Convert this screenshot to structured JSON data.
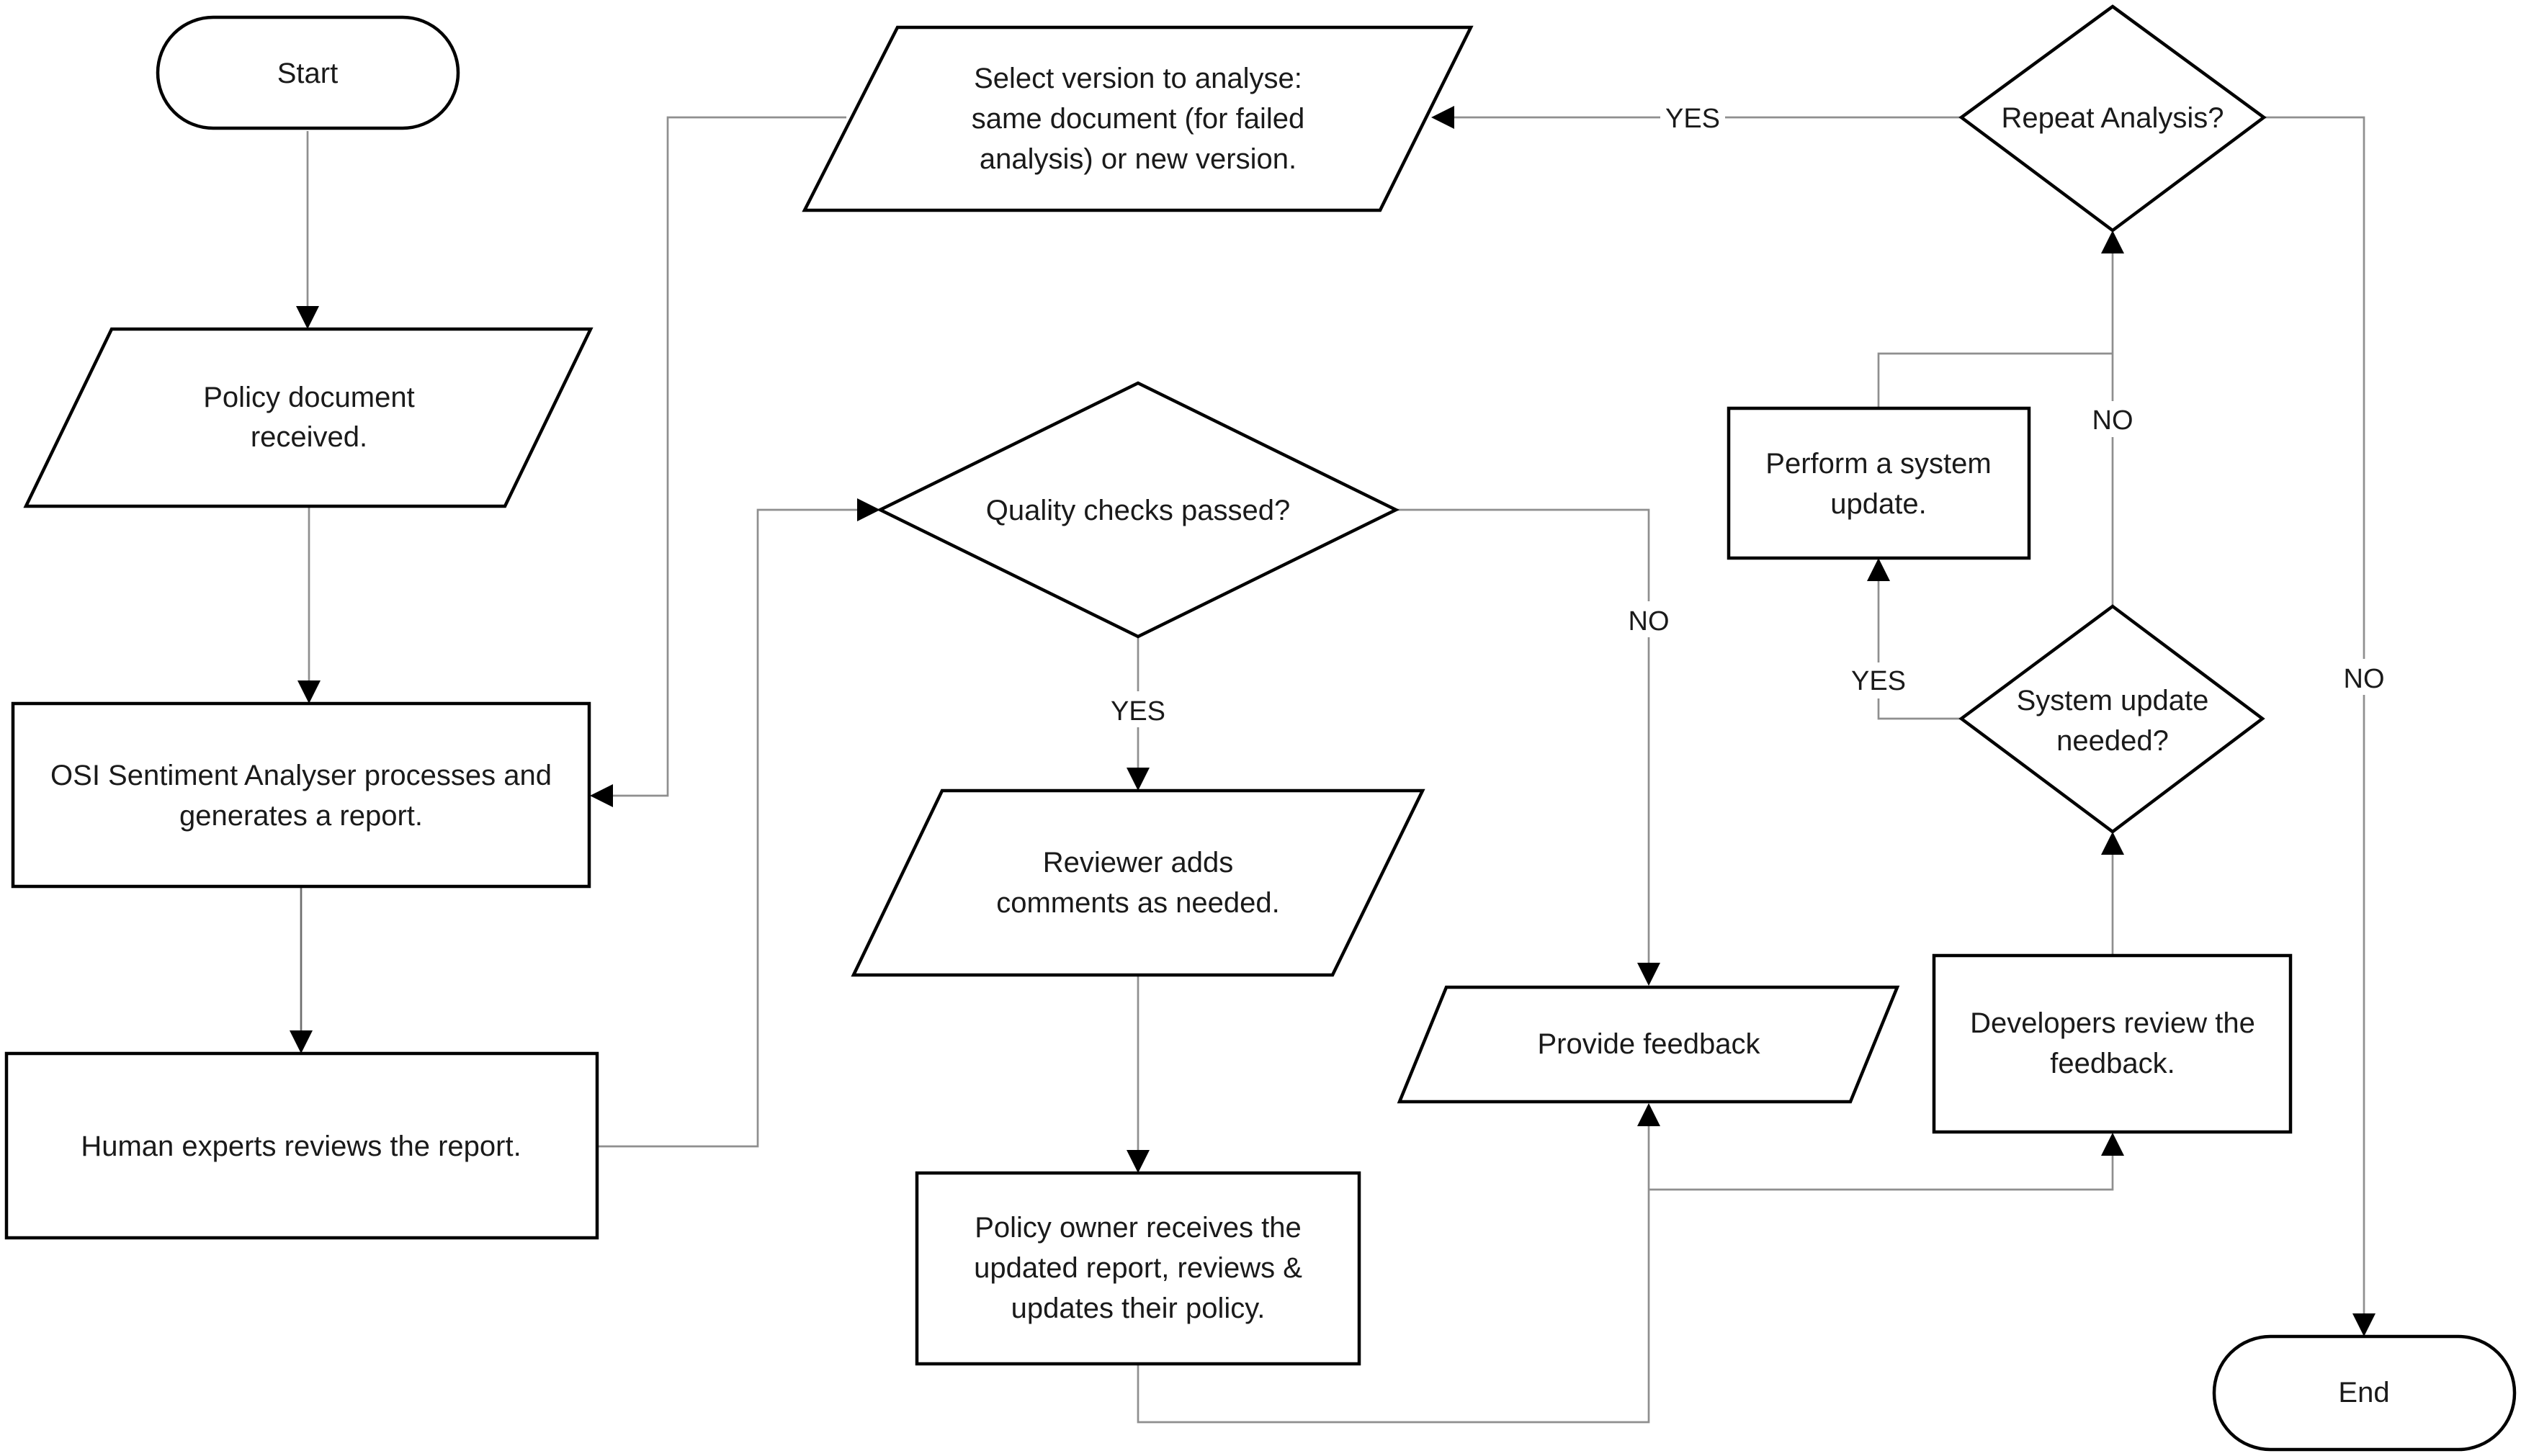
{
  "nodes": {
    "start": {
      "lines": [
        "Start"
      ]
    },
    "policy_document": {
      "lines": [
        "Policy document",
        "received."
      ]
    },
    "analyser": {
      "lines": [
        "OSI Sentiment Analyser processes and",
        "generates a report."
      ]
    },
    "human_review": {
      "lines": [
        "Human experts reviews the report."
      ]
    },
    "select_version": {
      "lines": [
        "Select version to analyse:",
        "same document (for failed",
        "analysis) or new version."
      ]
    },
    "quality_check": {
      "lines": [
        "Quality checks passed?"
      ]
    },
    "reviewer_comments": {
      "lines": [
        "Reviewer adds",
        "comments as needed."
      ]
    },
    "policy_owner": {
      "lines": [
        "Policy owner receives the",
        "updated report, reviews &",
        "updates their policy."
      ]
    },
    "provide_feedback": {
      "lines": [
        "Provide feedback"
      ]
    },
    "developers_review": {
      "lines": [
        "Developers review the",
        "feedback."
      ]
    },
    "system_update_needed": {
      "lines": [
        "System update",
        "needed?"
      ]
    },
    "perform_update": {
      "lines": [
        "Perform a system",
        "update."
      ]
    },
    "repeat_analysis": {
      "lines": [
        "Repeat Analysis?"
      ]
    },
    "end": {
      "lines": [
        "End"
      ]
    }
  },
  "edge_labels": {
    "quality_yes": "YES",
    "quality_no": "NO",
    "repeat_yes": "YES",
    "repeat_no": "NO",
    "update_yes": "YES",
    "update_no": "NO"
  },
  "colors": {
    "shape_stroke": "#000000",
    "connector": "#8f8f8f",
    "text": "#1a1a1a",
    "background": "#ffffff"
  }
}
